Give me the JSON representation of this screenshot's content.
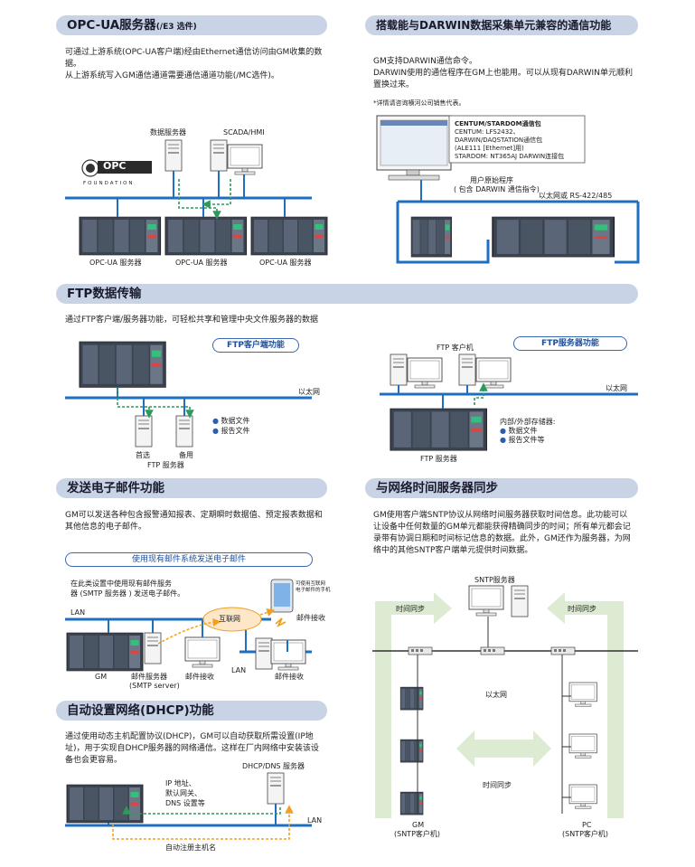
{
  "sections": {
    "opcua": {
      "title": "OPC-UA服务器",
      "title_suffix": "(/E3 选件)",
      "body1": "可通过上游系统(OPC-UA客户端)经由Ethernet通信访问由GM收集的数据。",
      "body2": "从上游系统写入GM通信通道需要通信通道功能(/MC选件)。",
      "data_server": "数据服务器",
      "scada": "SCADA/HMI",
      "opc_logo": "OPC",
      "opc_foundation": "FOUNDATION",
      "server1": "OPC-UA 服务器",
      "server2": "OPC-UA 服务器",
      "server3": "OPC-UA 服务器"
    },
    "darwin": {
      "title": "搭载能与DARWIN数据采集单元兼容的通信功能",
      "body1": "GM支持DARWIN通信命令。",
      "body2": "DARWIN使用的通信程序在GM上也能用。可以从现有DARWIN单元顺利置换过来。",
      "note": "*详情请咨询横河公司销售代表。",
      "box_title": "CENTUM/STARDOM通信包",
      "box_l1": "CENTUM: LFS2432、",
      "box_l2": "DARWIN/DAQSTATION通信包",
      "box_l3": "(ALE111 [Ethernet]用)",
      "box_l4": "STARDOM: NT365AJ DARWIN连接包",
      "user_prog1": "用户原始程序",
      "user_prog2": "( 包含 DARWIN 通信指令)",
      "net": "以太网或 RS-422/485"
    },
    "ftp": {
      "title": "FTP数据传输",
      "body": "通过FTP客户端/服务器功能，可轻松共享和管理中央文件服务器的数据",
      "client_func": "FTP客户端功能",
      "server_func": "FTP服务器功能",
      "ethernet_left": "以太网",
      "ethernet_right": "以太网",
      "data_file": "数据文件",
      "report_file": "报告文件",
      "primary": "首选",
      "backup": "备用",
      "ftp_server_left": "FTP 服务器",
      "ftp_client": "FTP 客户机",
      "storage": "内部/外部存储器:",
      "data_file2": "数据文件",
      "report_file2": "报告文件等",
      "ftp_server_right": "FTP 服务器"
    },
    "email": {
      "title": "发送电子邮件功能",
      "body": "GM可以发送各种包含报警通知报表、定期瞬时数据值、预定报表数据和其他信息的电子邮件。",
      "bar": "使用现有邮件系统发送电子邮件",
      "setup1": "在此类设置中使用现有邮件服务",
      "setup2": "器 (SMTP 服务器 ) 发送电子邮件。",
      "phone1": "可使用互联网",
      "phone2": "电子邮件的手机",
      "mail_recv_top": "邮件接收",
      "internet": "互联网",
      "lan1": "LAN",
      "lan2": "LAN",
      "gm": "GM",
      "mail_server": "邮件服务器",
      "smtp_server": "(SMTP server)",
      "mail_recv1": "邮件接收",
      "mail_recv2": "邮件接收"
    },
    "dhcp": {
      "title": "自动设置网络(DHCP)功能",
      "body": "通过使用动态主机配置协议(DHCP)，GM可以自动获取所需设置(IP地址)，用于实现自DHCP服务器的网络通信。这样在厂内网络中安装该设备也会更容易。",
      "dhcp_server": "DHCP/DNS 服务器",
      "ip1": "IP 地址、",
      "ip2": "默认网关、",
      "ip3": "DNS 设置等",
      "lan": "LAN",
      "auto_reg": "自动注册主机名"
    },
    "sntp": {
      "title": "与网络时间服务器同步",
      "body": "GM使用客户端SNTP协议从网络时间服务器获取时间信息。此功能可以让设备中任何数量的GM单元都能获得精确同步的时间；所有单元都会记录带有协调日期和时间标记信息的数据。此外，GM还作为服务器，为网络中的其他SNTP客户端单元提供时间数据。",
      "sntp_server": "SNTP服务器",
      "sync_left": "时间同步",
      "sync_right": "时间同步",
      "sync_mid": "时间同步",
      "ethernet": "以太网",
      "gm": "GM",
      "gm_sub": "(SNTP客户机)",
      "pc": "PC",
      "pc_sub": "(SNTP客户机)"
    }
  },
  "colors": {
    "header_bg": "#c9d3e6",
    "network_blue": "#1f6fc0",
    "sync_green": "#2e9a5a",
    "dhcp_orange": "#f0a020",
    "arrow_band": "#dcebd2"
  }
}
